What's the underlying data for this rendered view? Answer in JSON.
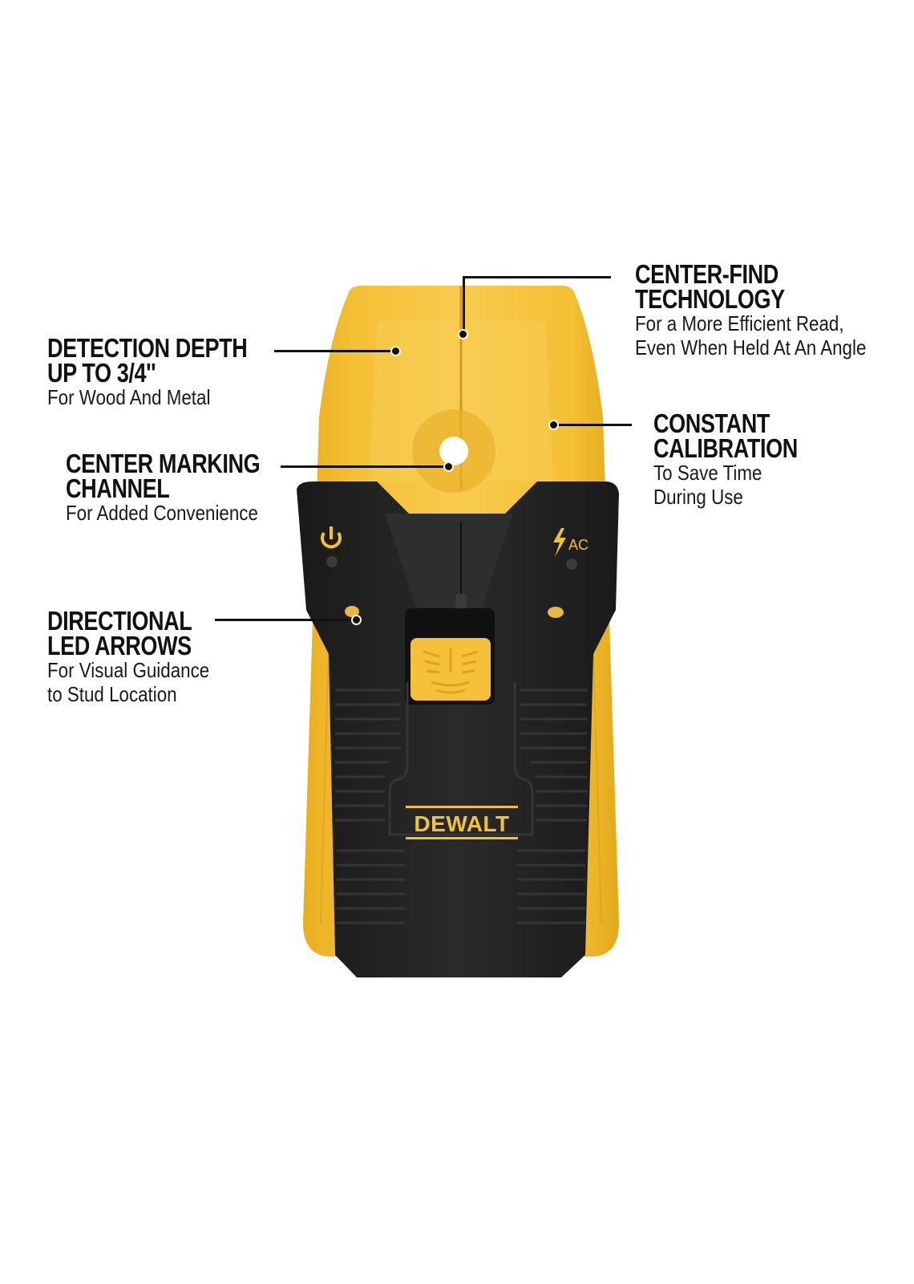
{
  "product": {
    "brand": "DEWALT",
    "icons": {
      "power": "power-icon",
      "ac": "ac-voltage-icon",
      "ac_label": "AC",
      "button": "stud-scan-button-icon"
    },
    "colors": {
      "yellow": "#f4bf33",
      "yellow_light": "#f8cd55",
      "black": "#1f1f1f",
      "logo_yellow": "#f2c230"
    }
  },
  "callouts": [
    {
      "id": "detection-depth",
      "title_line1": "DETECTION DEPTH",
      "title_line2": "UP TO 3/4''",
      "sub_line1": "For Wood And Metal",
      "sub_line2": ""
    },
    {
      "id": "center-marking",
      "title_line1": "CENTER MARKING",
      "title_line2": "CHANNEL",
      "sub_line1": "For Added Convenience",
      "sub_line2": ""
    },
    {
      "id": "directional-led",
      "title_line1": "DIRECTIONAL",
      "title_line2": "LED ARROWS",
      "sub_line1": "For Visual Guidance",
      "sub_line2": "to Stud Location"
    },
    {
      "id": "center-find",
      "title_line1": "CENTER-FIND",
      "title_line2": "TECHNOLOGY",
      "sub_line1": "For a More Efficient Read,",
      "sub_line2": "Even When Held At An Angle"
    },
    {
      "id": "constant-calibration",
      "title_line1": "CONSTANT",
      "title_line2": "CALIBRATION",
      "sub_line1": "To Save Time",
      "sub_line2": "During Use"
    }
  ]
}
